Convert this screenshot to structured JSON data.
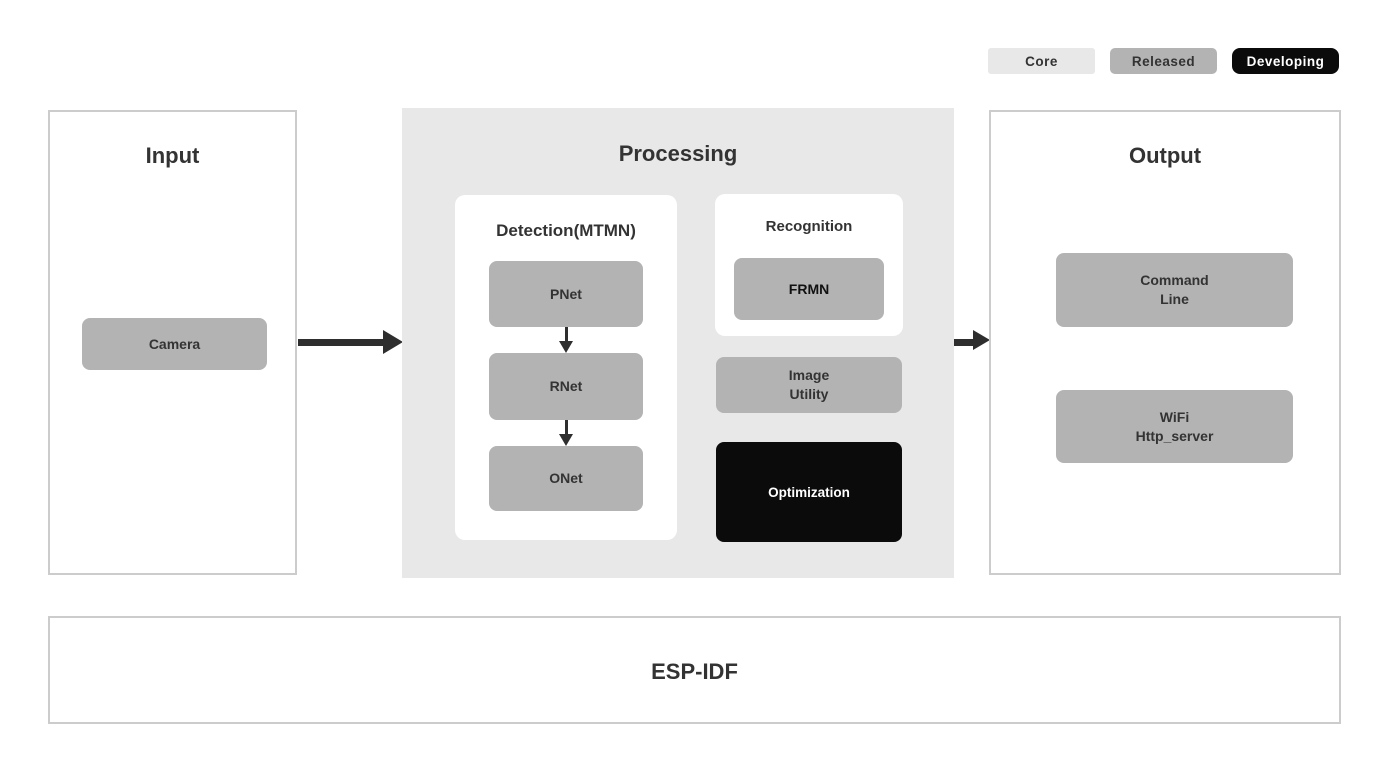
{
  "colors": {
    "white": "#ffffff",
    "gray_light": "#e8e8e8",
    "gray_mid": "#b3b3b3",
    "black": "#0b0b0b",
    "text_dark": "#333333",
    "border": "#cccccc",
    "arrow": "#2e2e2e"
  },
  "legend": {
    "core": "Core",
    "released": "Released",
    "developing": "Developing"
  },
  "input_panel": {
    "title": "Input",
    "camera": "Camera"
  },
  "processing_panel": {
    "title": "Processing",
    "detection": {
      "title": "Detection(MTMN)",
      "nodes": [
        {
          "id": "pnet",
          "label": "PNet"
        },
        {
          "id": "rnet",
          "label": "RNet"
        },
        {
          "id": "onet",
          "label": "ONet"
        }
      ]
    },
    "recognition": {
      "title": "Recognition",
      "frmn": "FRMN"
    },
    "image_utility": {
      "line1": "Image",
      "line2": "Utility"
    },
    "optimization": "Optimization"
  },
  "output_panel": {
    "title": "Output",
    "command_line": {
      "line1": "Command",
      "line2": "Line"
    },
    "wifi_http_server": {
      "line1": "WiFi",
      "line2": "Http_server"
    }
  },
  "foundation_panel": {
    "title": "ESP-IDF"
  }
}
